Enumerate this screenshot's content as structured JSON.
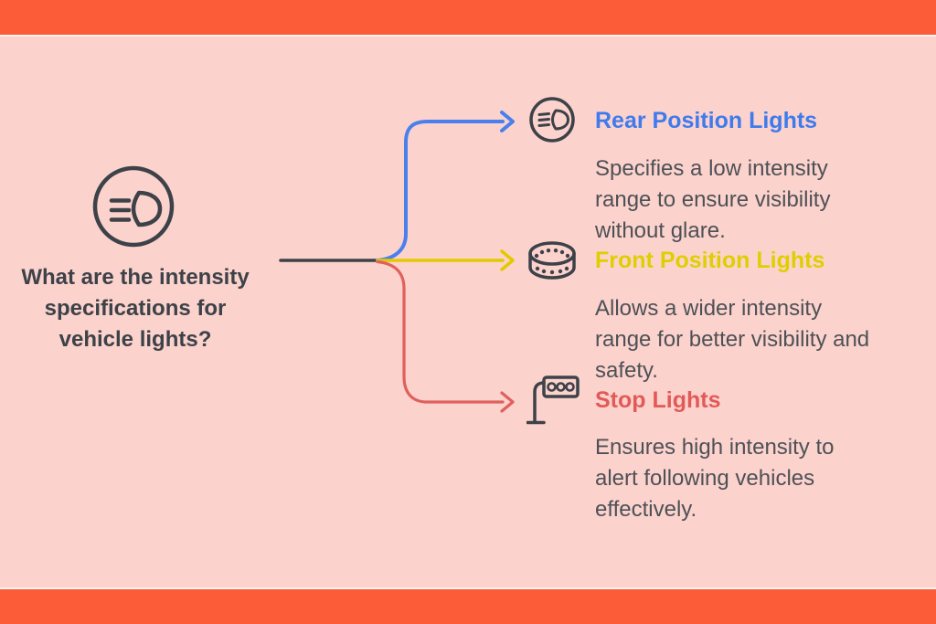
{
  "page": {
    "background_color": "#fcd2cd",
    "frame_bar_color": "#fc5d38",
    "diagram_line_color": "#3d4248"
  },
  "root": {
    "icon": "headlight-icon",
    "question_lines": [
      "What are the intensity",
      "specifications for",
      "vehicle lights?"
    ],
    "question": "What are the intensity specifications for vehicle lights?"
  },
  "branches": [
    {
      "id": "rear-position-lights",
      "icon": "rear-position-lights-icon",
      "title": "Rear Position Lights",
      "color": "#3e7bed",
      "arrow_color": "#4a80ec",
      "description": "Specifies a low intensity range to ensure visibility without glare.",
      "lines": [
        "Specifies a low intensity",
        "range to ensure visibility",
        "without glare."
      ]
    },
    {
      "id": "front-position-lights",
      "icon": "front-position-lights-icon",
      "title": "Front Position Lights",
      "color": "#decf00",
      "arrow_color": "#e3c900",
      "description": "Allows a wider intensity range for better visibility and safety.",
      "lines": [
        "Allows a wider intensity",
        "range for better visibility and",
        "safety."
      ]
    },
    {
      "id": "stop-lights",
      "icon": "stop-lights-icon",
      "title": "Stop Lights",
      "color": "#e25a58",
      "arrow_color": "#e0605c",
      "description": "Ensures high intensity to alert following vehicles effectively.",
      "lines": [
        "Ensures high intensity to",
        "alert following vehicles",
        "effectively."
      ]
    }
  ]
}
